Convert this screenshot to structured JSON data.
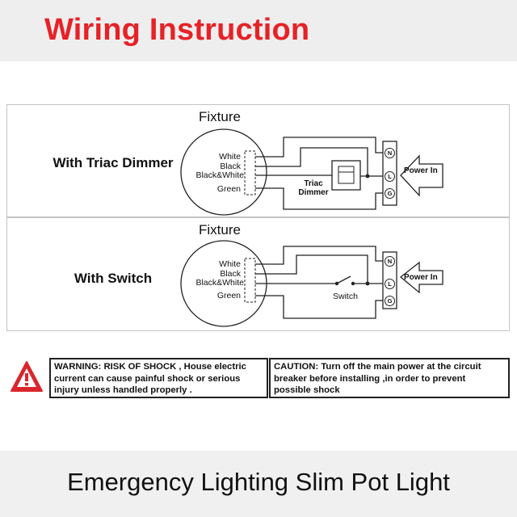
{
  "header": {
    "title": "Wiring Instruction"
  },
  "diagrams": [
    {
      "mode_label": "With Triac Dimmer",
      "fixture_title": "Fixture",
      "wires": [
        "White",
        "Black",
        "Black&White",
        "Green"
      ],
      "control_label": "Triac Dimmer",
      "terminals": [
        "N",
        "L",
        "G"
      ],
      "power_label": "Power In"
    },
    {
      "mode_label": "With Switch",
      "fixture_title": "Fixture",
      "wires": [
        "White",
        "Black",
        "Black&White",
        "Green"
      ],
      "control_label": "Switch",
      "terminals": [
        "N",
        "L",
        "G"
      ],
      "power_label": "Power In"
    }
  ],
  "warning": {
    "icon": "warning-triangle-icon",
    "warning_text": "WARNING: RISK OF SHOCK , House electric current can cause painful shock or serious injury unless handled properly .",
    "caution_text": "CAUTION: Turn off the main power at the circuit breaker before installing ,in order to prevent possible shock"
  },
  "footer": {
    "title": "Emergency Lighting Slim Pot Light"
  },
  "colors": {
    "title_red": "#e62227",
    "warning_red": "#d9262c",
    "line": "#222222"
  }
}
